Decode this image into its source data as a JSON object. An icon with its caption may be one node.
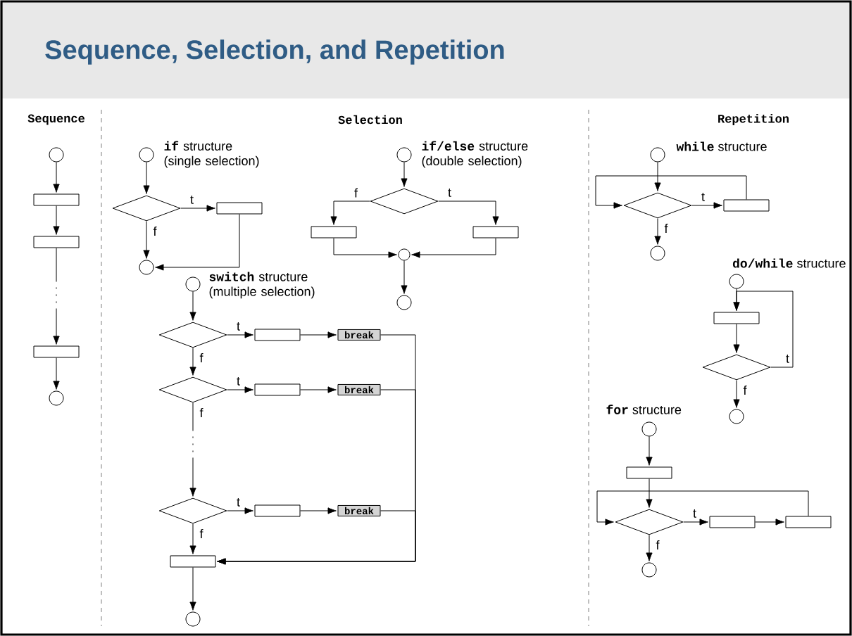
{
  "diagram": {
    "title": "Sequence, Selection, and Repetition",
    "nodes": [
      {
        "text": [],
        "shape": "circle"
      },
      {
        "text": [],
        "shape": "box"
      },
      {
        "text": [],
        "shape": "box"
      },
      {
        "text": [],
        "shape": "box"
      },
      {
        "text": [],
        "shape": "circle"
      },
      {
        "text": [],
        "shape": "circle"
      },
      {
        "text": [],
        "shape": "diamond"
      },
      {
        "text": [],
        "shape": "box"
      },
      {
        "text": [],
        "shape": "circle"
      },
      {
        "text": [],
        "shape": "circle"
      },
      {
        "text": [],
        "shape": "diamond"
      },
      {
        "text": [],
        "shape": "box"
      },
      {
        "text": [],
        "shape": "box"
      },
      {
        "text": [],
        "shape": "circle"
      },
      {
        "text": [],
        "shape": "circle"
      },
      {
        "text": [],
        "shape": "circle"
      },
      {
        "text": [],
        "shape": "diamond"
      },
      {
        "text": [],
        "shape": "box"
      },
      {
        "text": [
          "break"
        ]
      },
      {
        "text": [],
        "shape": "diamond"
      },
      {
        "text": [],
        "shape": "box"
      },
      {
        "text": [
          "break"
        ]
      },
      {
        "text": [],
        "shape": "diamond"
      },
      {
        "text": [],
        "shape": "box"
      },
      {
        "text": [
          "break"
        ]
      },
      {
        "text": [],
        "shape": "box"
      },
      {
        "text": [],
        "shape": "circle"
      },
      {
        "text": [],
        "shape": "circle"
      },
      {
        "text": [],
        "shape": "diamond"
      },
      {
        "text": [],
        "shape": "box"
      },
      {
        "text": [],
        "shape": "circle"
      },
      {
        "text": [],
        "shape": "circle"
      },
      {
        "text": [],
        "shape": "box"
      },
      {
        "text": [],
        "shape": "diamond"
      },
      {
        "text": [],
        "shape": "circle"
      },
      {
        "text": [],
        "shape": "circle"
      },
      {
        "text": [],
        "shape": "box"
      },
      {
        "text": [],
        "shape": "diamond"
      },
      {
        "text": [],
        "shape": "box"
      },
      {
        "text": [],
        "shape": "box"
      },
      {
        "text": [],
        "shape": "circle"
      }
    ],
    "edges": [
      {
        "from": 0,
        "to": 1,
        "arrow": "to"
      },
      {
        "from": 1,
        "to": 2,
        "arrow": "to"
      },
      {
        "from": 2,
        "to": 3,
        "arrow": "to",
        "style": "dashed"
      },
      {
        "from": 3,
        "to": 4,
        "arrow": "to"
      },
      {
        "from": 5,
        "to": 6,
        "arrow": "to"
      },
      {
        "from": 6,
        "to": 7,
        "arrow": "to",
        "label": "t"
      },
      {
        "from": 7,
        "to": 8,
        "arrow": "to"
      },
      {
        "from": 6,
        "to": 8,
        "arrow": "to",
        "label": "f"
      },
      {
        "from": 9,
        "to": 10,
        "arrow": "to"
      },
      {
        "from": 10,
        "to": 11,
        "arrow": "to",
        "label": "f"
      },
      {
        "from": 10,
        "to": 12,
        "arrow": "to",
        "label": "t"
      },
      {
        "from": 11,
        "to": 13,
        "arrow": "to"
      },
      {
        "from": 12,
        "to": 13,
        "arrow": "to"
      },
      {
        "from": 13,
        "to": 14,
        "arrow": "to"
      },
      {
        "from": 15,
        "to": 16,
        "arrow": "to"
      },
      {
        "from": 16,
        "to": 17,
        "arrow": "to",
        "label": "t"
      },
      {
        "from": 17,
        "to": 18,
        "arrow": "to"
      },
      {
        "from": 18,
        "to": 25,
        "arrow": "to"
      },
      {
        "from": 16,
        "to": 19,
        "arrow": "to",
        "label": "f"
      },
      {
        "from": 19,
        "to": 20,
        "arrow": "to",
        "label": "t"
      },
      {
        "from": 20,
        "to": 21,
        "arrow": "to"
      },
      {
        "from": 21,
        "to": 25,
        "arrow": "to"
      },
      {
        "from": 19,
        "to": 22,
        "arrow": "to",
        "label": "f",
        "style": "dashed"
      },
      {
        "from": 22,
        "to": 23,
        "arrow": "to",
        "label": "t"
      },
      {
        "from": 23,
        "to": 24,
        "arrow": "to"
      },
      {
        "from": 24,
        "to": 25,
        "arrow": "to"
      },
      {
        "from": 22,
        "to": 25,
        "arrow": "to",
        "label": "f"
      },
      {
        "from": 25,
        "to": 26,
        "arrow": "to"
      },
      {
        "from": 27,
        "to": 28,
        "arrow": "to"
      },
      {
        "from": 28,
        "to": 29,
        "arrow": "to",
        "label": "t"
      },
      {
        "from": 29,
        "to": 28,
        "arrow": "to"
      },
      {
        "from": 28,
        "to": 30,
        "arrow": "to",
        "label": "f"
      },
      {
        "from": 31,
        "to": 32,
        "arrow": "to"
      },
      {
        "from": 32,
        "to": 33,
        "arrow": "to"
      },
      {
        "from": 33,
        "to": 32,
        "arrow": "to",
        "label": "t"
      },
      {
        "from": 33,
        "to": 34,
        "arrow": "to",
        "label": "f"
      },
      {
        "from": 35,
        "to": 36,
        "arrow": "to"
      },
      {
        "from": 36,
        "to": 37,
        "arrow": "to"
      },
      {
        "from": 37,
        "to": 38,
        "arrow": "to",
        "label": "t"
      },
      {
        "from": 38,
        "to": 39,
        "arrow": "to"
      },
      {
        "from": 39,
        "to": 37,
        "arrow": "to"
      },
      {
        "from": 37,
        "to": 40,
        "arrow": "to",
        "label": "f"
      }
    ],
    "labels": [
      "Sequence",
      "Selection",
      "Repetition",
      "if",
      "structure (single selection)",
      "if/else",
      "structure (double selection)",
      "switch",
      "structure (multiple selection)",
      "while",
      "structure",
      "do/while",
      "structure",
      "for",
      "structure"
    ]
  }
}
